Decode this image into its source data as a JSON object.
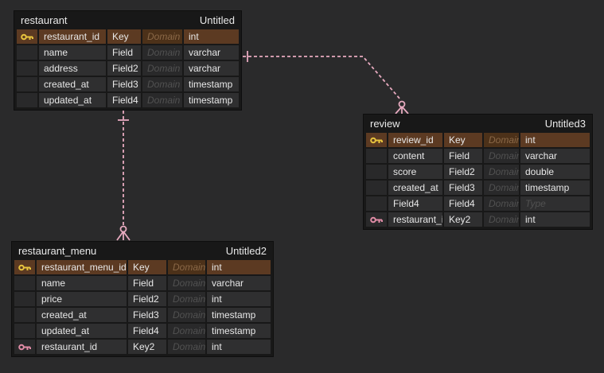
{
  "app": {
    "kind": "erd-diagram-editor",
    "background_color": "#2a2a2b",
    "accent_colors": {
      "primary_key_row_bg": "#5c3a22",
      "primary_key_icon": "#e8c43e",
      "foreign_key_icon": "#e18ca6",
      "relationship_line": "#e7aabf"
    }
  },
  "tables": [
    {
      "name": "restaurant",
      "subtitle": "Untitled",
      "rows": [
        {
          "icon": "primary-key",
          "name": "restaurant_id",
          "key": "Key",
          "domain": "Domain",
          "type": "int"
        },
        {
          "icon": null,
          "name": "name",
          "key": "Field",
          "domain": "Domain",
          "type": "varchar"
        },
        {
          "icon": null,
          "name": "address",
          "key": "Field2",
          "domain": "Domain",
          "type": "varchar"
        },
        {
          "icon": null,
          "name": "created_at",
          "key": "Field3",
          "domain": "Domain",
          "type": "timestamp"
        },
        {
          "icon": null,
          "name": "updated_at",
          "key": "Field4",
          "domain": "Domain",
          "type": "timestamp"
        }
      ]
    },
    {
      "name": "review",
      "subtitle": "Untitled3",
      "rows": [
        {
          "icon": "primary-key",
          "name": "review_id",
          "key": "Key",
          "domain": "Domain",
          "type": "int"
        },
        {
          "icon": null,
          "name": "content",
          "key": "Field",
          "domain": "Domain",
          "type": "varchar"
        },
        {
          "icon": null,
          "name": "score",
          "key": "Field2",
          "domain": "Domain",
          "type": "double"
        },
        {
          "icon": null,
          "name": "created_at",
          "key": "Field3",
          "domain": "Domain",
          "type": "timestamp"
        },
        {
          "icon": null,
          "name": "Field4",
          "key": "Field4",
          "domain": "Domain",
          "type": "Type"
        },
        {
          "icon": "foreign-key",
          "name": "restaurant_id",
          "key": "Key2",
          "domain": "Domain",
          "type": "int"
        }
      ]
    },
    {
      "name": "restaurant_menu",
      "subtitle": "Untitled2",
      "rows": [
        {
          "icon": "primary-key",
          "name": "restaurant_menu_id",
          "key": "Key",
          "domain": "Domain",
          "type": "int"
        },
        {
          "icon": null,
          "name": "name",
          "key": "Field",
          "domain": "Domain",
          "type": "varchar"
        },
        {
          "icon": null,
          "name": "price",
          "key": "Field2",
          "domain": "Domain",
          "type": "int"
        },
        {
          "icon": null,
          "name": "created_at",
          "key": "Field3",
          "domain": "Domain",
          "type": "timestamp"
        },
        {
          "icon": null,
          "name": "updated_at",
          "key": "Field4",
          "domain": "Domain",
          "type": "timestamp"
        },
        {
          "icon": "foreign-key",
          "name": "restaurant_id",
          "key": "Key2",
          "domain": "Domain",
          "type": "int"
        }
      ]
    }
  ],
  "relationships": [
    {
      "from": "restaurant",
      "to": "review",
      "from_cardinality": "one",
      "to_cardinality": "zero-or-many",
      "line_style": "dashed"
    },
    {
      "from": "restaurant",
      "to": "restaurant_menu",
      "from_cardinality": "one",
      "to_cardinality": "zero-or-many",
      "line_style": "dashed"
    }
  ]
}
